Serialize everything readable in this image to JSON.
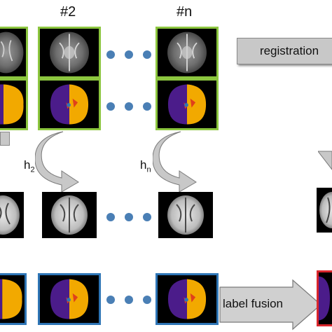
{
  "atlas_labels": {
    "second": "#2",
    "nth": "#n"
  },
  "transform_labels": {
    "h2": "h",
    "h2_sub": "2",
    "hn": "h",
    "hn_sub": "n"
  },
  "steps": {
    "registration": "registration",
    "label_fusion": "label fusion"
  },
  "colors": {
    "atlas_border": "#8cc63f",
    "target_border": "#2e75b6",
    "fused_border": "#d9262c",
    "ellipsis_dots": "#4a7fb5",
    "left_hemisphere": "#4b1c8a",
    "right_hemisphere": "#f2a900",
    "step_box": "#c8c8c8"
  }
}
